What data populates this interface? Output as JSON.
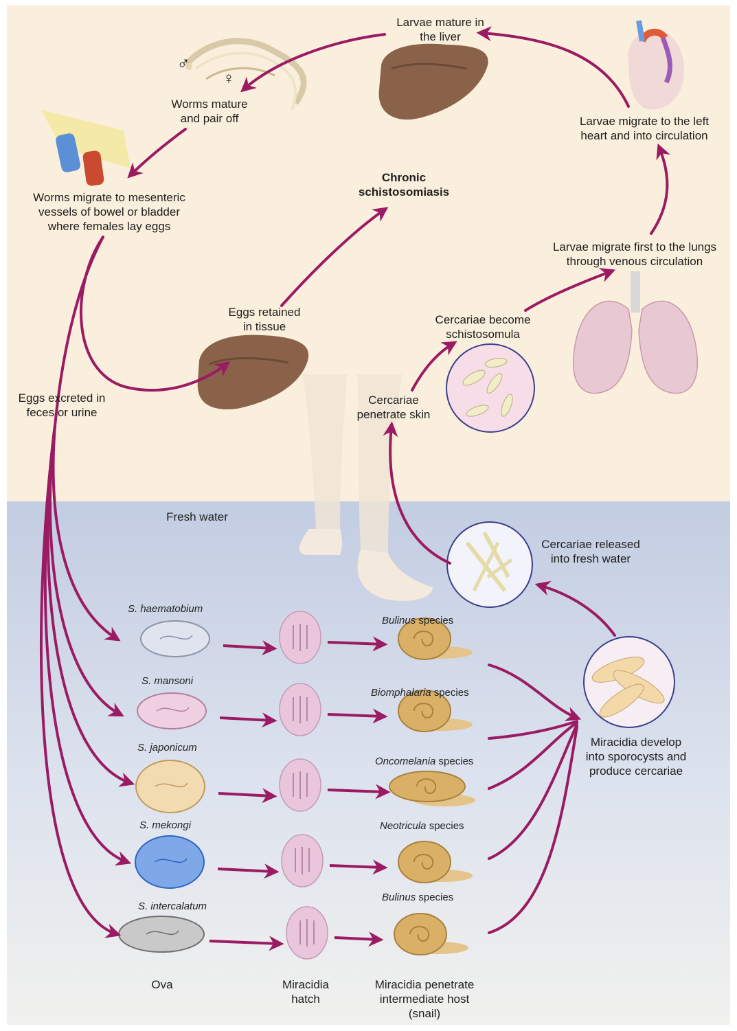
{
  "labels": {
    "larvae_liver": "Larvae mature in\nthe liver",
    "worms_mature": "Worms mature\nand pair off",
    "larvae_left_heart": "Larvae migrate to the left\nheart and into circulation",
    "worms_migrate": "Worms migrate to mesenteric\nvessels of bowel or bladder\nwhere females lay eggs",
    "chronic": "Chronic\nschistosomiasis",
    "larvae_lungs": "Larvae migrate first to the lungs\nthrough venous circulation",
    "eggs_retained": "Eggs retained\nin tissue",
    "cercariae_become": "Cercariae become\nschistosomula",
    "eggs_excreted": "Eggs excreted in\nfeces or urine",
    "cercariae_penetrate": "Cercariae\npenetrate skin",
    "fresh_water": "Fresh water",
    "cercariae_released": "Cercariae released\ninto fresh water",
    "miracidia_develop": "Miracidia develop\ninto sporocysts and\nproduce cercariae",
    "ova": "Ova",
    "miracidia_hatch": "Miracidia\nhatch",
    "miracidia_penetrate": "Miracidia penetrate\nintermediate host\n(snail)",
    "male_symbol": "♂",
    "female_symbol": "♀"
  },
  "species": [
    {
      "name": "S. haematobium",
      "snail_genus": "Bulinus",
      "snail_suffix": " species",
      "egg_color": "#dfe4ee",
      "egg_stroke": "#8a93a8"
    },
    {
      "name": "S. mansoni",
      "snail_genus": "Biomphalaria",
      "snail_suffix": " species",
      "egg_color": "#efd0e2",
      "egg_stroke": "#b57d9d"
    },
    {
      "name": "S. japonicum",
      "snail_genus": "Oncomelania",
      "snail_suffix": " species",
      "egg_color": "#f2dbb0",
      "egg_stroke": "#c09a5c"
    },
    {
      "name": "S. mekongi",
      "snail_genus": "Neotricula",
      "snail_suffix": " species",
      "egg_color": "#7fa8e8",
      "egg_stroke": "#2f62c0"
    },
    {
      "name": "S. intercalatum",
      "snail_genus": "Bulinus",
      "snail_suffix": " species",
      "egg_color": "#c9c9c9",
      "egg_stroke": "#6f6f6f"
    }
  ],
  "colors": {
    "arrow": "#9b1b63",
    "top_bg": "#faefdc",
    "water_bg": "#c9d3e6",
    "liver": "#8a6249",
    "lung": "#e8c8d2",
    "miracidium": "#e9c6dc",
    "snail": "#d9b066",
    "skin": "#f0e4d6"
  }
}
